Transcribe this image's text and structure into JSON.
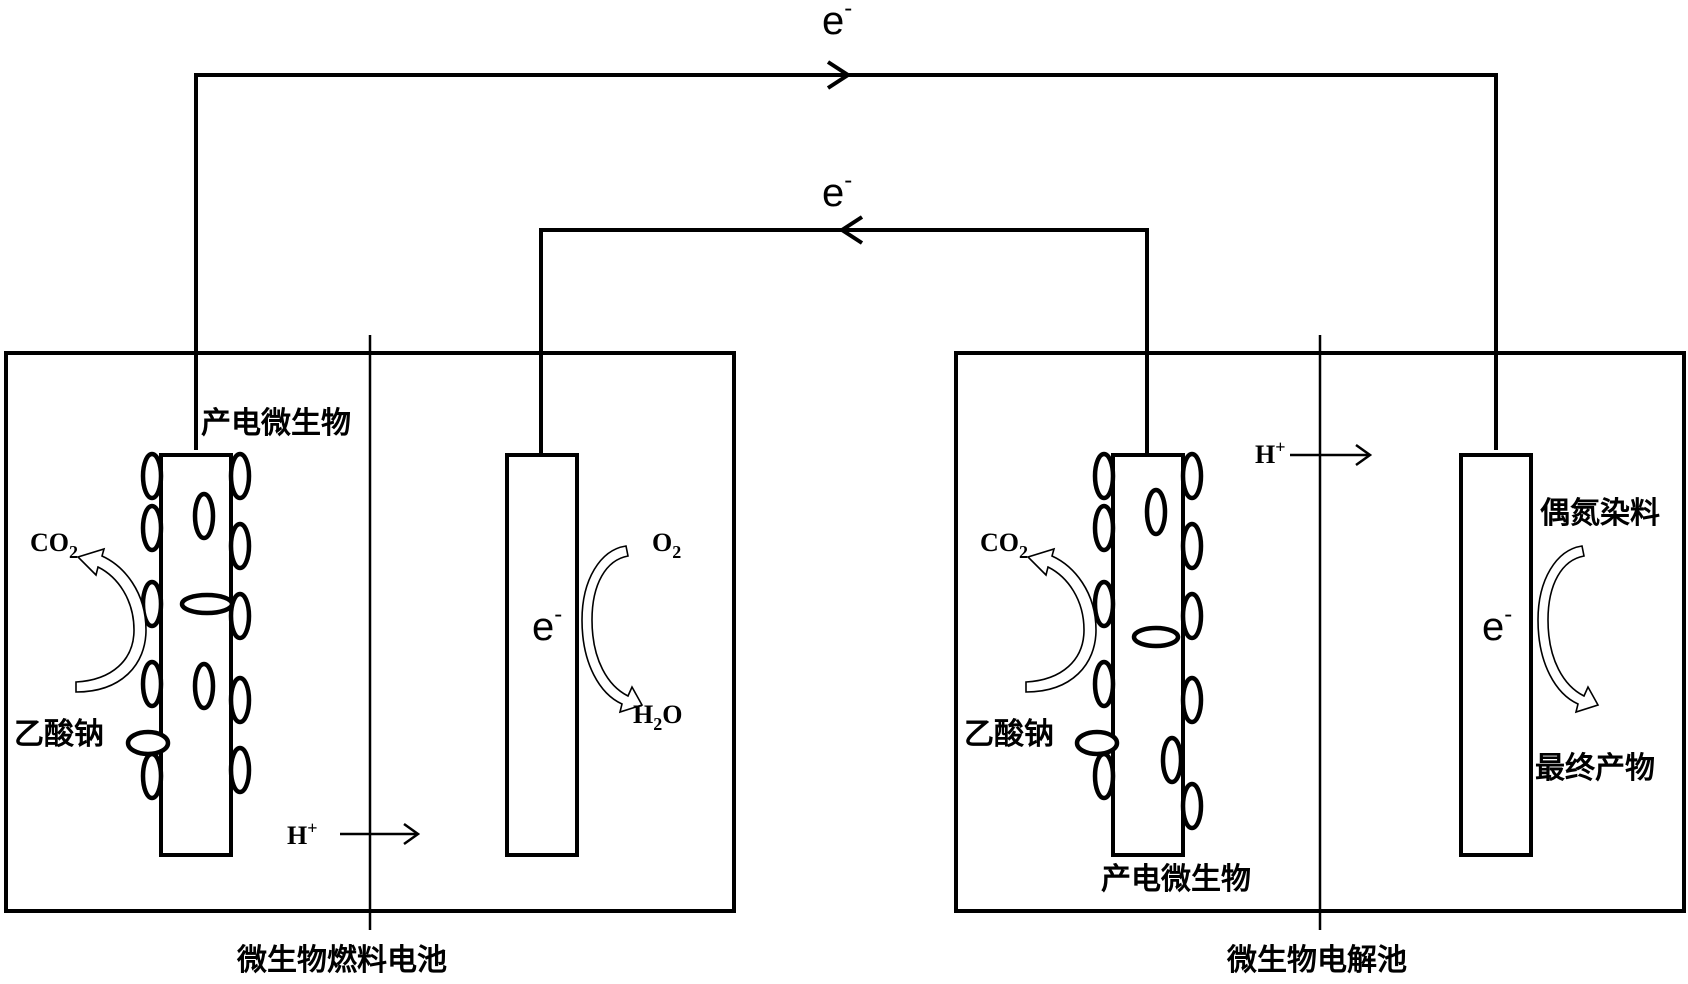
{
  "electron_label": "e",
  "electron_superscript": "-",
  "proton": {
    "base": "H",
    "charge": "+"
  },
  "fuel_cell": {
    "title": "微生物燃料电池",
    "microbe_label": "产电微生物",
    "substrate": "乙酸钠",
    "product_base": "CO",
    "product_sub": "2",
    "cathode_reactant_base": "O",
    "cathode_reactant_sub": "2",
    "cathode_product_1": "H",
    "cathode_product_sub": "2",
    "cathode_product_2": "O"
  },
  "electrolysis_cell": {
    "title": "微生物电解池",
    "microbe_label": "产电微生物",
    "substrate": "乙酸钠",
    "product_base": "CO",
    "product_sub": "2",
    "dye": "偶氮染料",
    "final_product": "最终产物"
  }
}
